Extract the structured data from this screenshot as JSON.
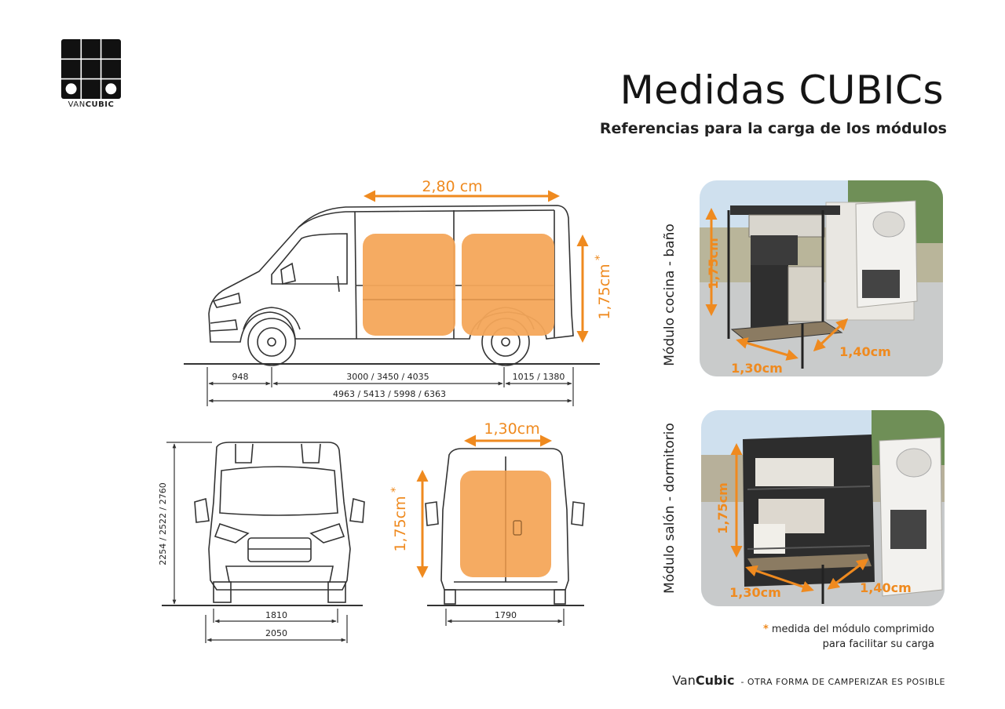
{
  "brand": {
    "logo_text_prefix": "VAN",
    "logo_text_bold": "CUBIC"
  },
  "header": {
    "title": "Medidas CUBICs",
    "subtitle": "Referencias para la carga de los módulos"
  },
  "side_view": {
    "top_arrow_label": "2,80 cm",
    "height_arrow_label": "1,75cm",
    "height_arrow_star": "*",
    "dim_front": "948",
    "dim_wheelbase": "3000 / 3450 / 4035",
    "dim_rear": "1015 / 1380",
    "dim_total": "4963 / 5413 / 5998 / 6363"
  },
  "front_view": {
    "dim_height": "2254 / 2522 / 2760",
    "dim_width_inner": "1810",
    "dim_width_outer": "2050"
  },
  "rear_view": {
    "top_arrow_label": "1,30cm",
    "height_arrow_label": "1,75cm",
    "height_arrow_star": "*",
    "dim_width": "1790"
  },
  "modules": [
    {
      "caption": "Módulo cocina - baño",
      "height_label": "1,75cm",
      "width_label": "1,30cm",
      "depth_label": "1,40cm"
    },
    {
      "caption": "Módulo salón - dormitorio",
      "height_label": "1,75cm",
      "width_label": "1,30cm",
      "depth_label": "1,40cm"
    }
  ],
  "note": {
    "star": "*",
    "line1": "medida del módulo comprimido",
    "line2": "para facilitar su carga"
  },
  "footer": {
    "brand_regular": "Van",
    "brand_bold": "Cubic",
    "tagline": "- OTRA FORMA DE CAMPERIZAR ES POSIBLE"
  },
  "colors": {
    "accent": "#ef8a1f",
    "module_fill": "#f4a65a",
    "line": "#333333"
  }
}
